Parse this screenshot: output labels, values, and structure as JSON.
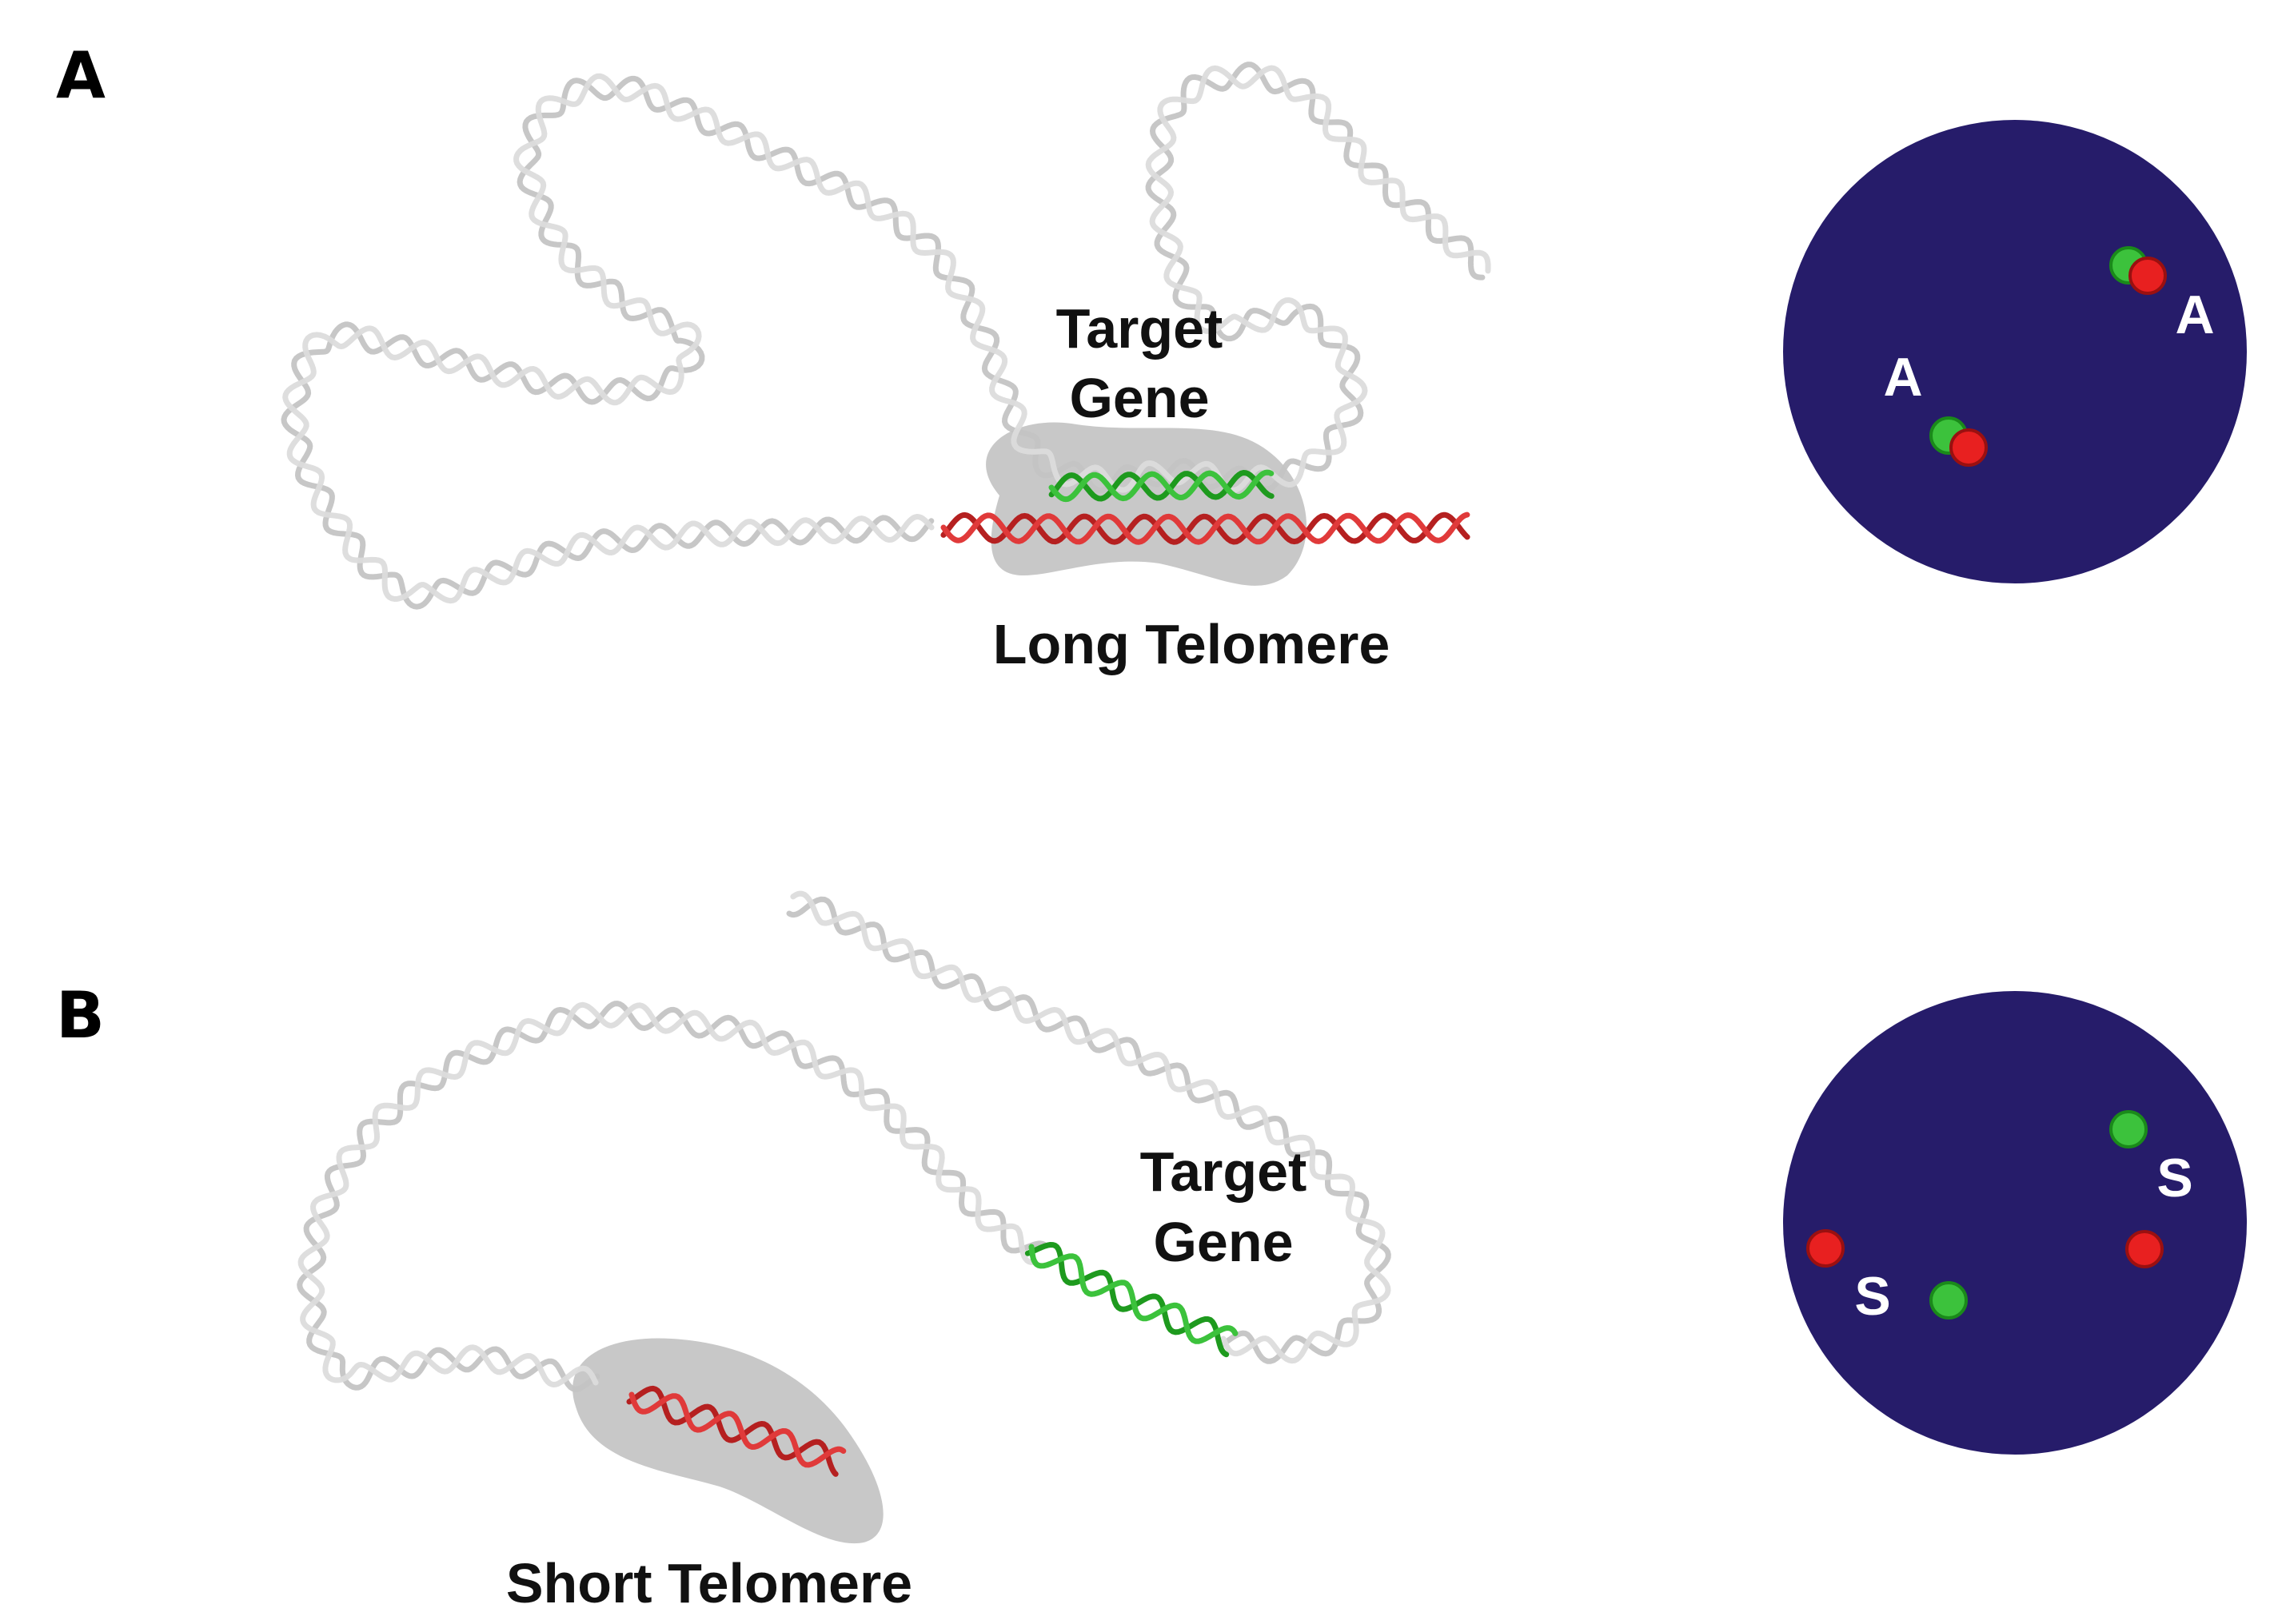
{
  "panels": [
    {
      "letter": "A",
      "target_label": [
        "Target",
        "Gene"
      ],
      "telomere_label": "Long Telomere",
      "nucleus_labels": [
        "A",
        "A"
      ]
    },
    {
      "letter": "B",
      "target_label": [
        "Target",
        "Gene"
      ],
      "telomere_label": "Short Telomere",
      "nucleus_labels": [
        "S",
        "S"
      ]
    }
  ],
  "colors": {
    "nucleus": "#261c6a",
    "telomere": "#e03a3a",
    "telomere_dark": "#b52020",
    "gene": "#3cc23c",
    "gene_dark": "#1e9a1e",
    "chromatin": "#dcdcdc",
    "chromatin_dark": "#c4c4c4",
    "periphery_zone": "#c8c8c8"
  }
}
